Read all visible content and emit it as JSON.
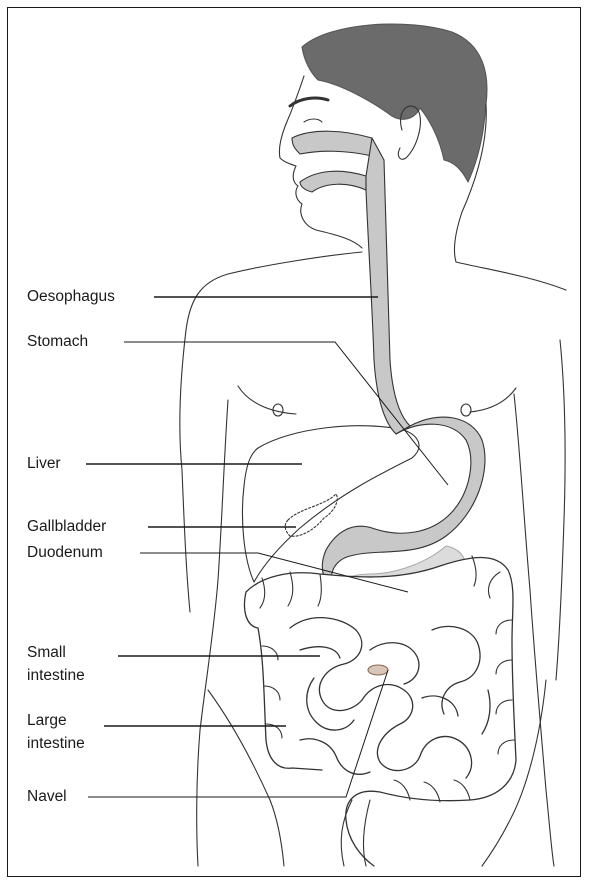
{
  "diagram": {
    "labels": {
      "oesophagus": "Oesophagus",
      "stomach": "Stomach",
      "liver": "Liver",
      "gallbladder": "Gallbladder",
      "duodenum": "Duodenum",
      "small_intestine_1": "Small",
      "small_intestine_2": "intestine",
      "large_intestine_1": "Large",
      "large_intestine_2": "intestine",
      "navel": "Navel"
    },
    "colors": {
      "outline": "#333333",
      "organ_fill": "#c8c8c8",
      "hair": "#6b6b6b",
      "duodenum_fill": "#dcdcdc"
    }
  }
}
